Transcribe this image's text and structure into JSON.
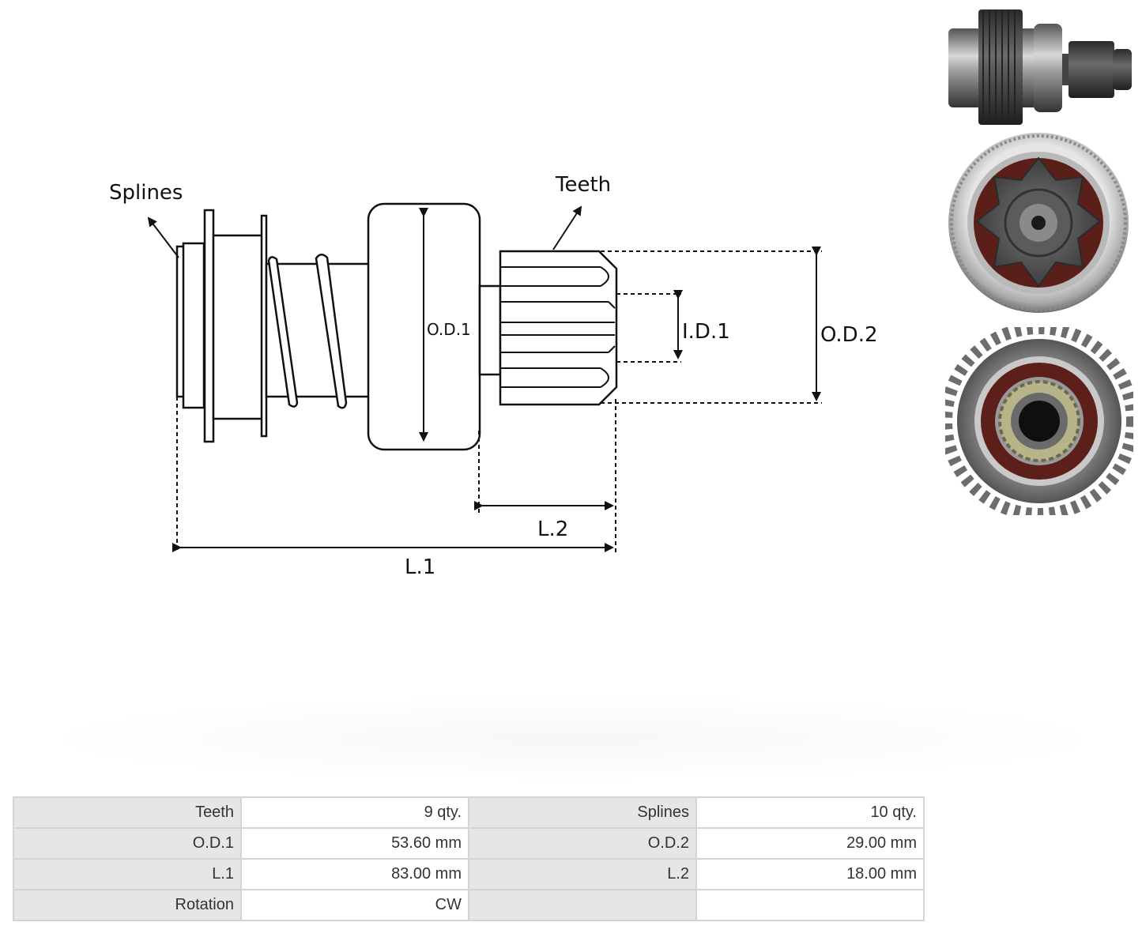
{
  "diagram": {
    "labels": {
      "splines": "Splines",
      "teeth": "Teeth",
      "od1": "O.D.1",
      "id1": "I.D.1",
      "od2": "O.D.2",
      "l1": "L.1",
      "l2": "L.2"
    }
  },
  "photos": [
    "side-view-photo",
    "pinion-end-photo",
    "gear-end-photo"
  ],
  "specs": {
    "rows": [
      {
        "k1": "Teeth",
        "v1": "9 qty.",
        "k2": "Splines",
        "v2": "10 qty."
      },
      {
        "k1": "O.D.1",
        "v1": "53.60 mm",
        "k2": "O.D.2",
        "v2": "29.00 mm"
      },
      {
        "k1": "L.1",
        "v1": "83.00 mm",
        "k2": "L.2",
        "v2": "18.00 mm"
      },
      {
        "k1": "Rotation",
        "v1": "CW",
        "k2": "",
        "v2": ""
      }
    ]
  }
}
